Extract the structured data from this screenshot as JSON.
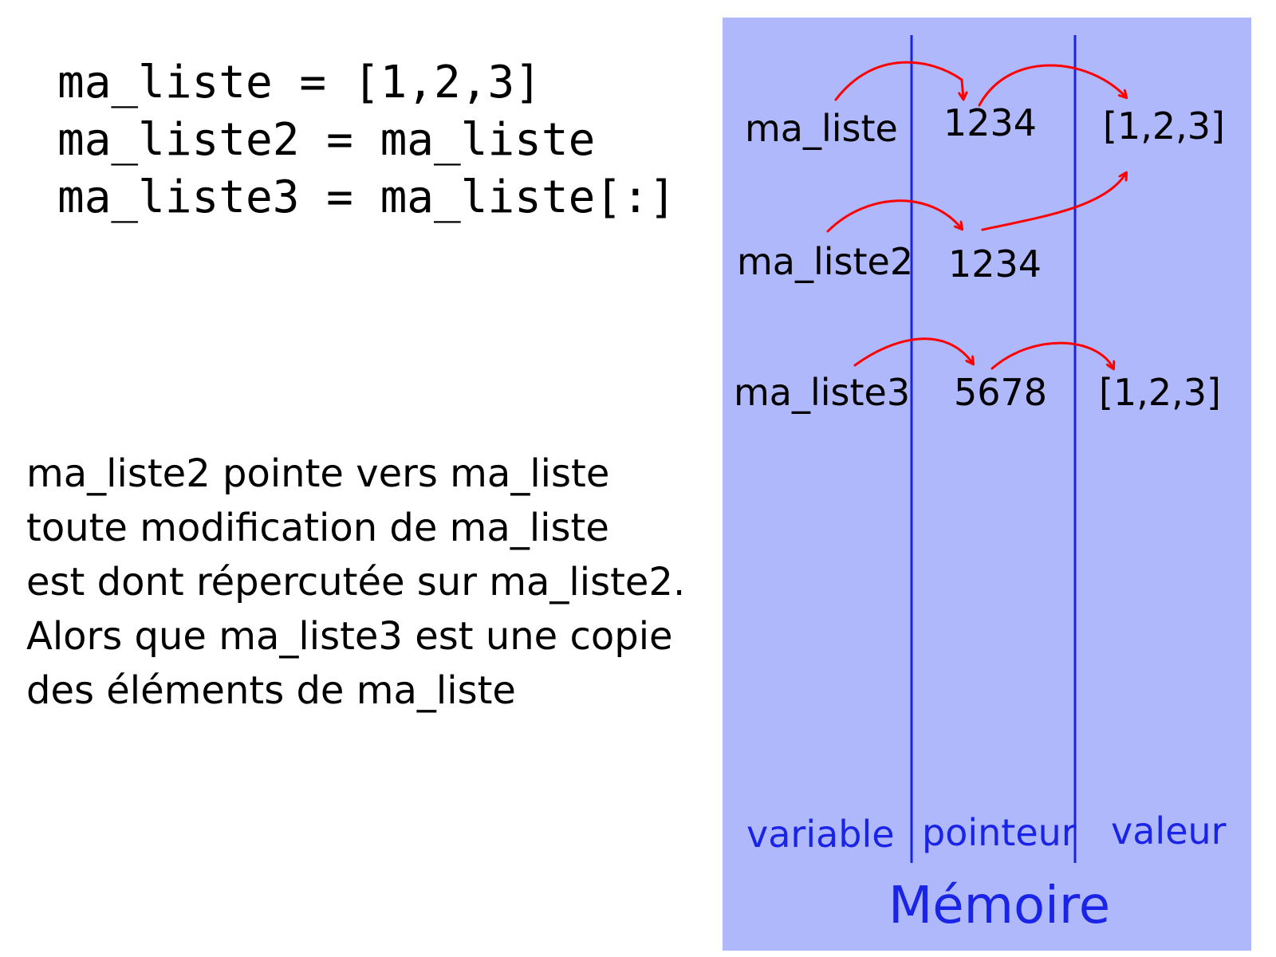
{
  "code": {
    "lines": [
      "ma_liste = [1,2,3]",
      "ma_liste2 = ma_liste",
      "ma_liste3 = ma_liste[:]"
    ]
  },
  "explanation": {
    "lines": [
      "ma_liste2 pointe vers ma_liste",
      "toute modification de ma_liste",
      "est dont répercutée sur ma_liste2.",
      "Alors que ma_liste3 est une copie",
      "des éléments de ma_liste"
    ]
  },
  "memory": {
    "title": "Mémoire",
    "columns": {
      "variable": "variable",
      "pointer": "pointeur",
      "value": "valeur"
    },
    "rows": [
      {
        "variable": "ma_liste",
        "pointer": "1234",
        "value": "[1,2,3]"
      },
      {
        "variable": "ma_liste2",
        "pointer": "1234",
        "value": ""
      },
      {
        "variable": "ma_liste3",
        "pointer": "5678",
        "value": "[1,2,3]"
      }
    ]
  },
  "colors": {
    "panel_background": "#b0b8fc",
    "column_divider": "#1a24e6",
    "arrow": "#ff0000",
    "label_text": "#1a24e6"
  }
}
